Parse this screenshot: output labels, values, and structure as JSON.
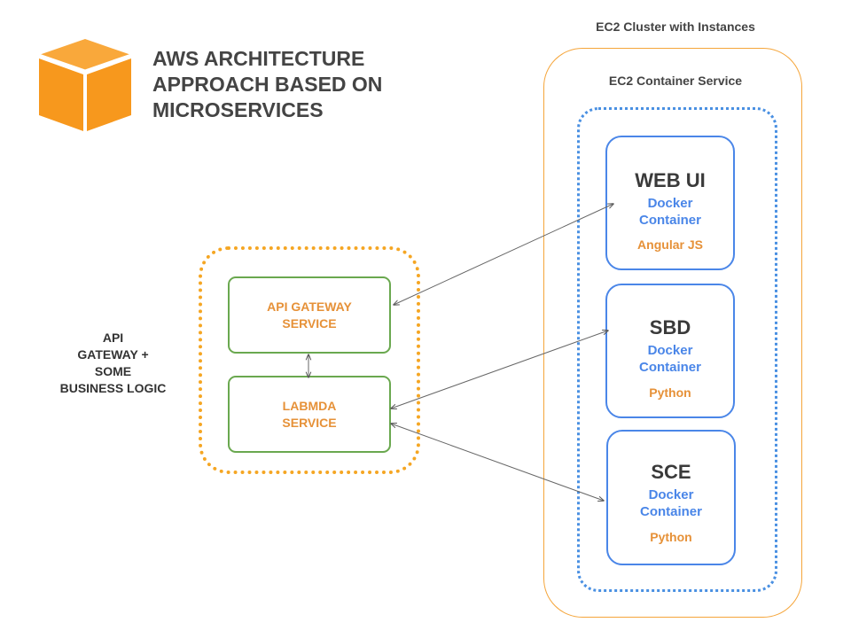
{
  "header": {
    "title_lines": [
      "AWS ARCHITECTURE",
      "APPROACH BASED ON",
      "MICROSERVICES"
    ]
  },
  "brand": {
    "icon": "aws-cube-icon",
    "color": "#f7981d"
  },
  "side_label": {
    "lines": [
      "API",
      "GATEWAY +",
      "SOME",
      "BUSINESS LOGIC"
    ]
  },
  "gateway_group": {
    "api_gateway": {
      "lines": [
        "API GATEWAY",
        "SERVICE"
      ]
    },
    "lambda": {
      "lines": [
        "LABMDA",
        "SERVICE"
      ]
    }
  },
  "cluster": {
    "label": "EC2 Cluster with Instances",
    "service_label": "EC2 Container Service",
    "containers": [
      {
        "name": "WEB UI",
        "type_lines": [
          "Docker",
          "Container"
        ],
        "lang": "Angular JS"
      },
      {
        "name": "SBD",
        "type_lines": [
          "Docker",
          "Container"
        ],
        "lang": "Python"
      },
      {
        "name": "SCE",
        "type_lines": [
          "Docker",
          "Container"
        ],
        "lang": "Python"
      }
    ]
  },
  "colors": {
    "orange": "#f5a623",
    "green": "#6aa84f",
    "blue": "#4a86e8",
    "text_dark": "#3a3a3a",
    "text_orange": "#e69138",
    "arrow": "#666666"
  }
}
